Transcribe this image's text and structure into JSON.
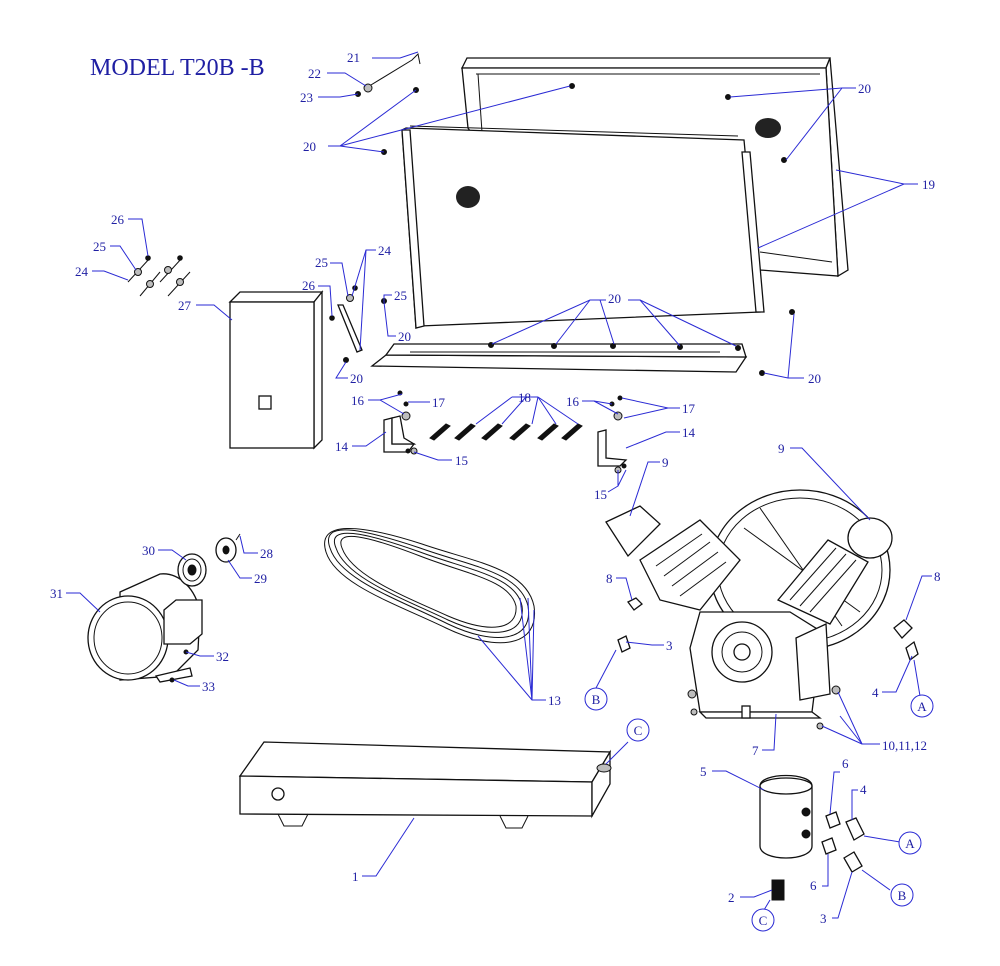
{
  "title": "MODEL T20B -B",
  "labels": {
    "p1": "1",
    "p2": "2",
    "p3a": "3",
    "p3b": "3",
    "p4a": "4",
    "p4b": "4",
    "p5": "5",
    "p6a": "6",
    "p6b": "6",
    "p7": "7",
    "p8a": "8",
    "p8b": "8",
    "p9a": "9",
    "p9b": "9",
    "p10": "10,11,12",
    "p13": "13",
    "p14a": "14",
    "p14b": "14",
    "p15a": "15",
    "p15b": "15",
    "p16a": "16",
    "p16b": "16",
    "p17a": "17",
    "p17b": "17",
    "p18": "18",
    "p19": "19",
    "p20a": "20",
    "p20b": "20",
    "p20c": "20",
    "p20d": "20",
    "p20e": "20",
    "p20f": "20",
    "p21": "21",
    "p22": "22",
    "p23": "23",
    "p24a": "24",
    "p24b": "24",
    "p25a": "25",
    "p25b": "25",
    "p25c": "25",
    "p26a": "26",
    "p26b": "26",
    "p27": "27",
    "p28": "28",
    "p29": "29",
    "p30": "30",
    "p31": "31",
    "p32": "32",
    "p33": "33"
  },
  "connectors": {
    "a1": "A",
    "a2": "A",
    "b1": "B",
    "b2": "B",
    "c1": "C",
    "c2": "C"
  },
  "colors": {
    "label": "#1f1fa3",
    "leader": "#2a2ad4",
    "line": "#111111"
  }
}
